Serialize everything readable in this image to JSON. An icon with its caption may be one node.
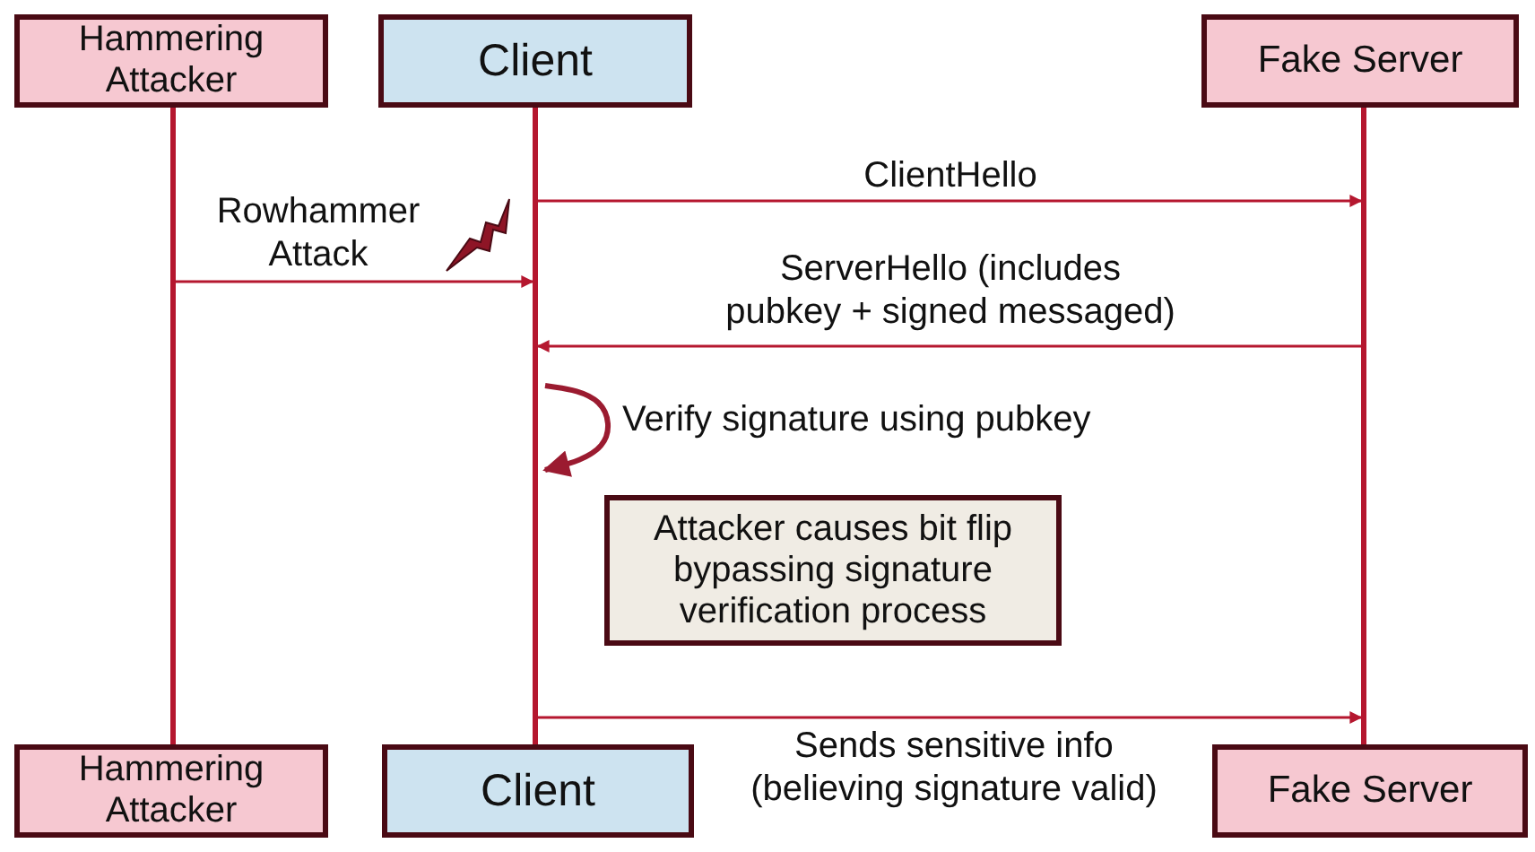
{
  "diagram": {
    "nodes": [
      {
        "text": [
          "Hammering Attacker"
        ]
      },
      {
        "text": [
          "Client"
        ]
      },
      {
        "text": [
          "Fake Server"
        ]
      },
      {
        "text": [],
        "shape": "bar"
      },
      {
        "text": [],
        "shape": "bar"
      },
      {
        "text": [],
        "shape": "bar"
      },
      {
        "text": [
          "Attacker causes bit flip bypassing signature verification process"
        ]
      },
      {
        "text": [
          "Hammering Attacker"
        ]
      },
      {
        "text": [
          "Client"
        ]
      },
      {
        "text": [
          "Fake Server"
        ]
      }
    ],
    "edges": [
      {
        "from": 4,
        "to": 5,
        "arrow": "to",
        "label": "ClientHello"
      },
      {
        "from": 3,
        "to": 4,
        "arrow": "to",
        "label": "Rowhammer Attack"
      },
      {
        "from": 5,
        "to": 4,
        "arrow": "to",
        "label": "ServerHello (includes pubkey + signed messaged)"
      },
      {
        "from": 4,
        "to": 4,
        "arrow": "to",
        "label": "Verify signature using pubkey",
        "style": "thick"
      },
      {
        "from": 4,
        "to": 5,
        "arrow": "to",
        "label": "Sends sensitive info (believing signature valid)"
      }
    ]
  }
}
